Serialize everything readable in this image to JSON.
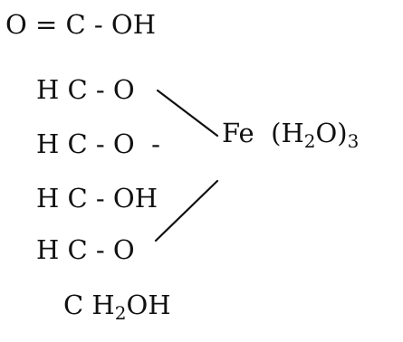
{
  "formula": {
    "row1": "O = C - OH",
    "row2": "H C - O",
    "row3": "H C - O  -",
    "row4": "H C - OH",
    "row5": "H C - O",
    "row6_pre": "C H",
    "row6_sub": "2",
    "row6_post": "OH",
    "iron": {
      "symbol": "Fe",
      "water_open": "(H",
      "water_sub": "2",
      "water_close": "O)",
      "count": "3"
    }
  },
  "colors": {
    "ink": "#111111",
    "background": "#ffffff"
  }
}
